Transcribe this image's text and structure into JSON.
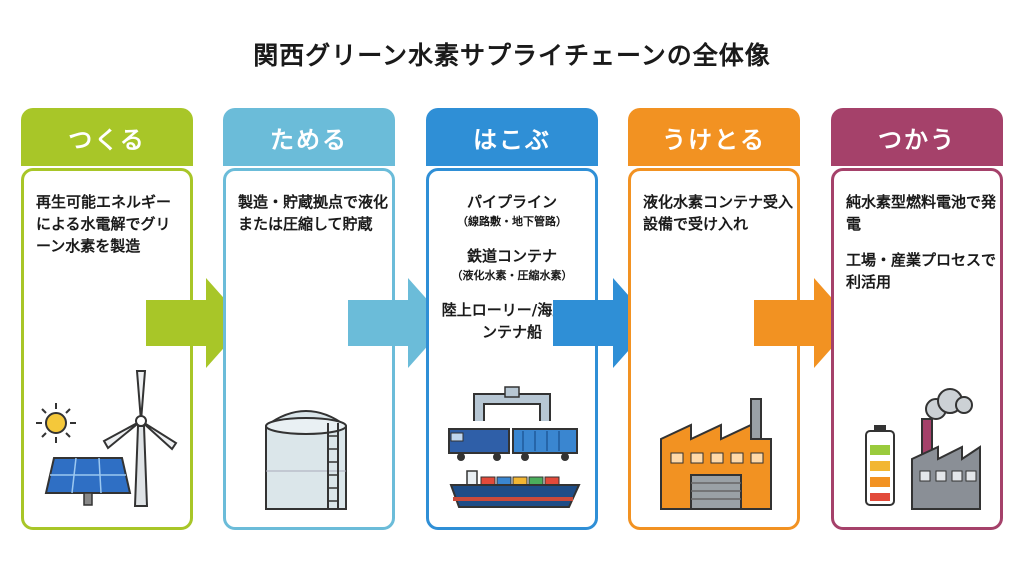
{
  "title": "関西グリーン水素サプライチェーンの全体像",
  "colors": {
    "make": "#a8c628",
    "store": "#6bbcd9",
    "transport": "#2f8fd6",
    "receive": "#f29222",
    "use": "#a5416a"
  },
  "stages": [
    {
      "label": "つくる",
      "lines": [
        "再生可能エネルギーによる水電解でグリーン水素を製造"
      ]
    },
    {
      "label": "ためる",
      "lines": [
        "製造・貯蔵拠点で液化または圧縮して貯蔵"
      ]
    },
    {
      "label": "はこぶ",
      "items": [
        {
          "name": "パイプライン",
          "note": "（線路敷・地下管路）"
        },
        {
          "name": "鉄道コンテナ",
          "note": "（液化水素・圧縮水素）"
        },
        {
          "name": "陸上ローリー/海上コンテナ船",
          "note": ""
        }
      ]
    },
    {
      "label": "うけとる",
      "lines": [
        "液化水素コンテナ受入設備で受け入れ"
      ]
    },
    {
      "label": "つかう",
      "lines": [
        "純水素型燃料電池で発電",
        "工場・産業プロセスで利活用"
      ]
    }
  ],
  "icons": {
    "stage1": [
      "sun-icon",
      "solar-panel-icon",
      "wind-turbine-icon"
    ],
    "stage2": [
      "storage-tank-icon"
    ],
    "stage3": [
      "pipeline-icon",
      "freight-train-icon",
      "container-ship-icon"
    ],
    "stage4": [
      "factory-icon"
    ],
    "stage5": [
      "battery-icon",
      "chimney-factory-icon"
    ]
  }
}
